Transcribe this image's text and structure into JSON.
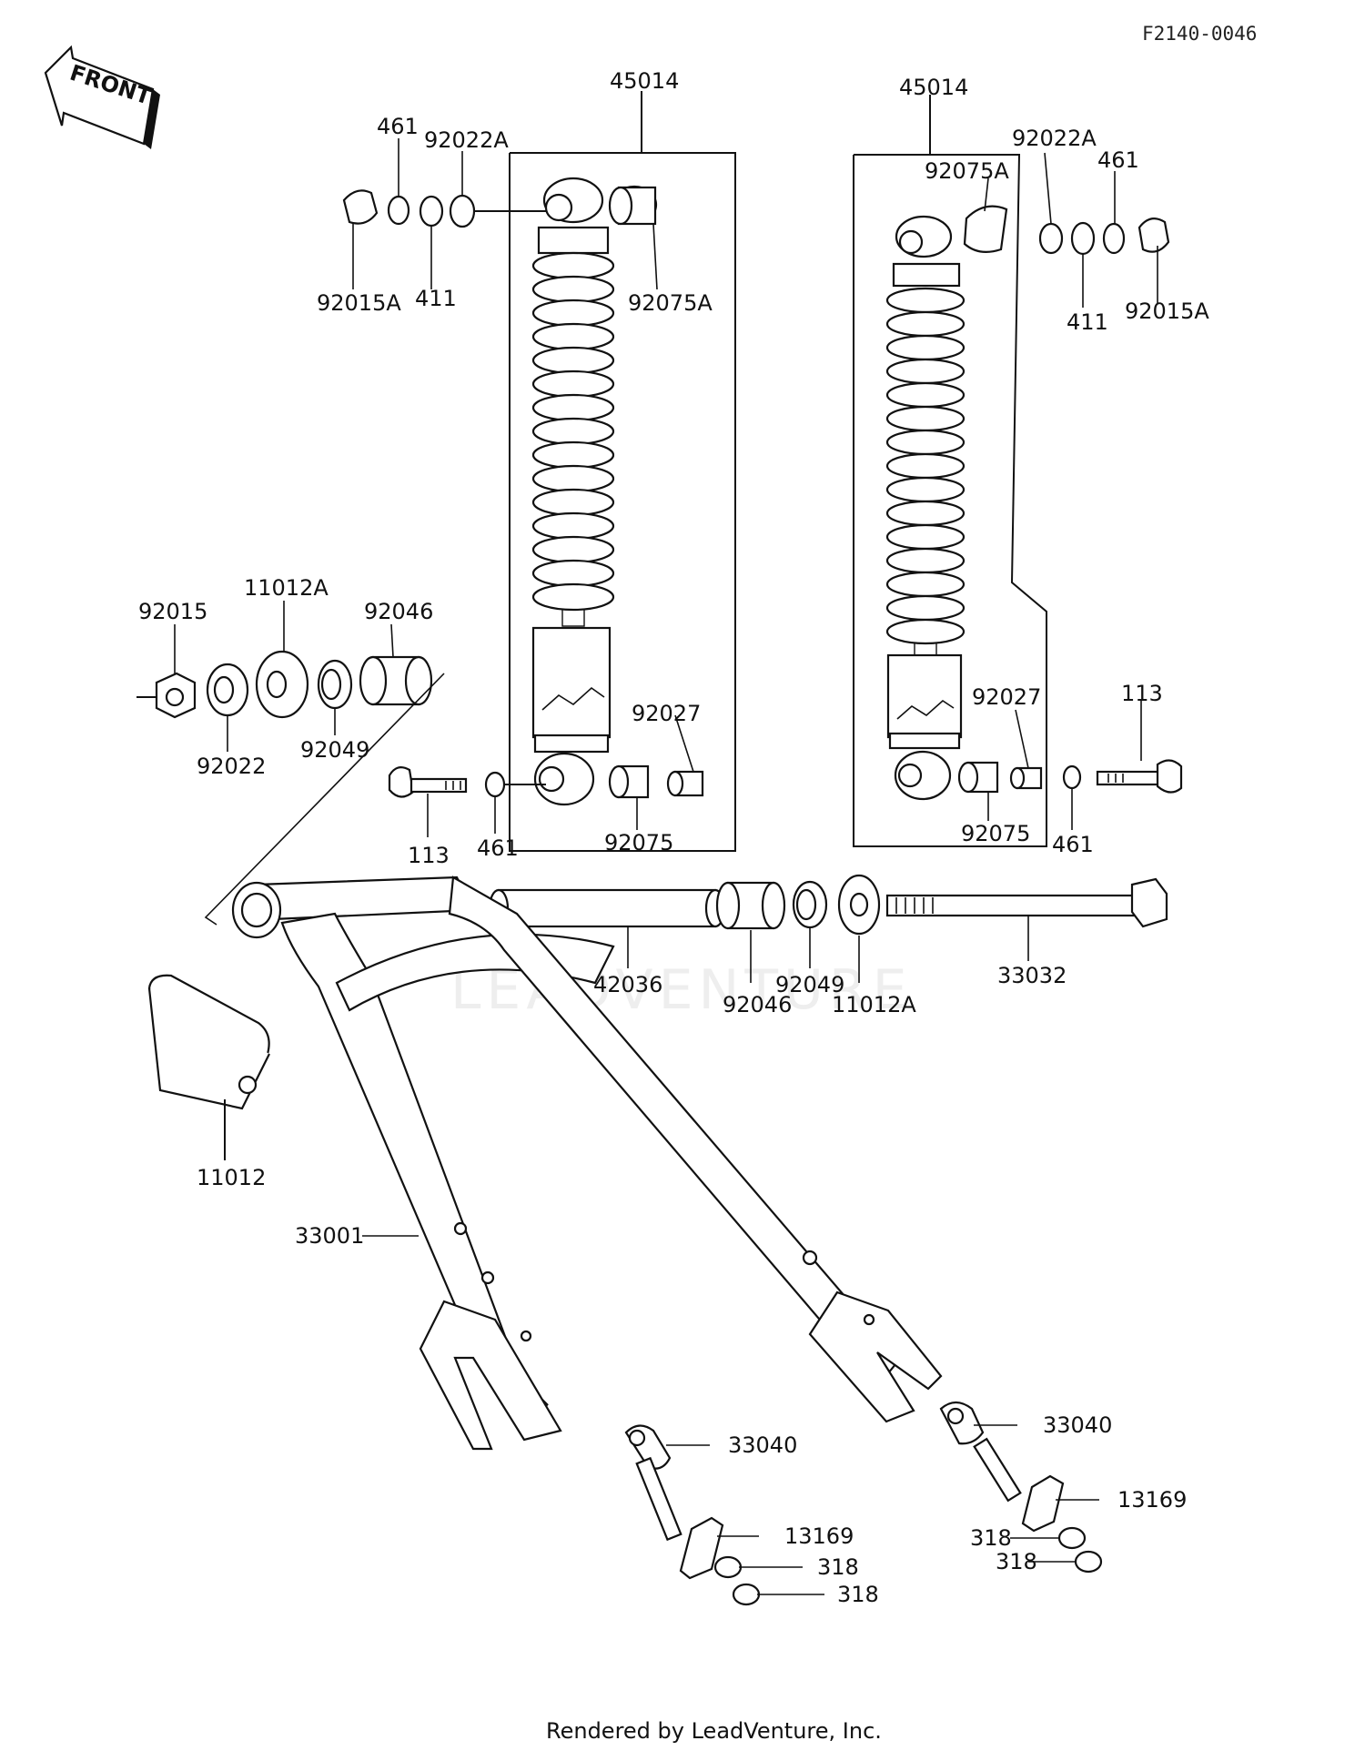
{
  "diagram": {
    "code": "F2140-0046",
    "front_label": "FRONT",
    "footer": "Rendered by LeadVenture, Inc.",
    "watermark": "LEADVENTURE",
    "labels": {
      "l45014_left": "45014",
      "l45014_right": "45014",
      "l461_tl": "461",
      "l92022A_tl": "92022A",
      "l92015A_l": "92015A",
      "l411_l": "411",
      "l92075A_l": "92075A",
      "l92022A_tr": "92022A",
      "l92075A_r": "92075A",
      "l461_tr": "461",
      "l411_r": "411",
      "l92015A_r": "92015A",
      "l92015": "92015",
      "l11012A_top": "11012A",
      "l92046_top": "92046",
      "l92022": "92022",
      "l92049_l": "92049",
      "l92027_l": "92027",
      "l92027_r": "92027",
      "l113_r": "113",
      "l113_l": "113",
      "l461_bl": "461",
      "l92075_l": "92075",
      "l92075_r": "92075",
      "l461_br": "461",
      "l42036": "42036",
      "l92046_b": "92046",
      "l92049_b": "92049",
      "l11012A_b": "11012A",
      "l33032": "33032",
      "l11012": "11012",
      "l33001": "33001",
      "l33040_l": "33040",
      "l33040_r": "33040",
      "l13169_l": "13169",
      "l13169_r": "13169",
      "l318_1": "318",
      "l318_2": "318",
      "l318_3": "318",
      "l318_4": "318"
    }
  }
}
